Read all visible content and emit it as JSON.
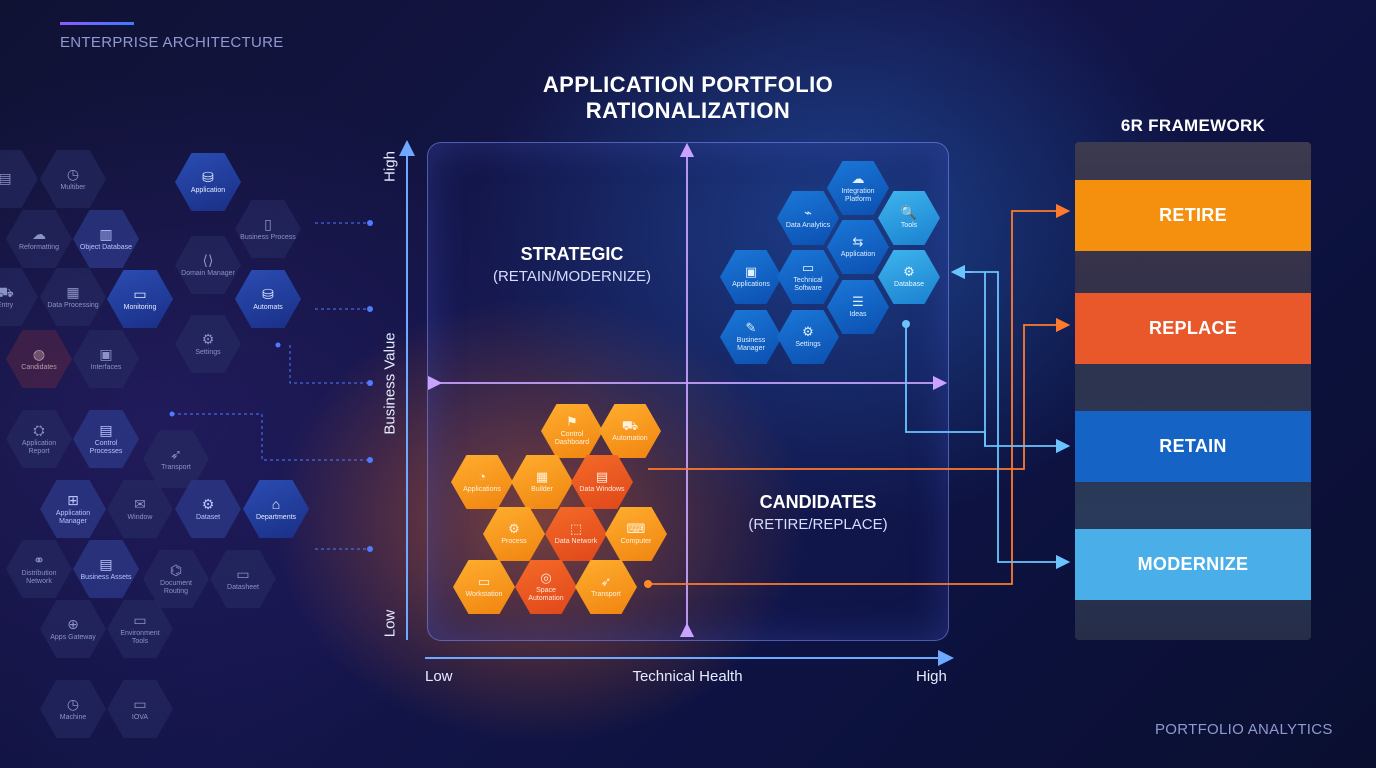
{
  "header": {
    "eyebrow": "ENTERPRISE ARCHITECTURE",
    "footer": "PORTFOLIO ANALYTICS"
  },
  "title": {
    "line1": "APPLICATION PORTFOLIO",
    "line2": "RATIONALIZATION"
  },
  "matrix": {
    "y_axis": {
      "label": "Business Value",
      "high": "High",
      "low": "Low"
    },
    "x_axis": {
      "label": "Technical Health",
      "low": "Low",
      "high": "High"
    },
    "quadrants": {
      "strategic": {
        "title": "STRATEGIC",
        "subtitle": "(RETAIN/MODERNIZE)"
      },
      "candidates": {
        "title": "CANDIDATES",
        "subtitle": "(RETIRE/REPLACE)"
      }
    },
    "blue_cluster": [
      {
        "icon": "☁",
        "label": "Integration Platform"
      },
      {
        "icon": "⌁",
        "label": "Data Analytics"
      },
      {
        "icon": "🔍",
        "label": "Tools"
      },
      {
        "icon": "⇆",
        "label": "Application"
      },
      {
        "icon": "▣",
        "label": "Applications"
      },
      {
        "icon": "▭",
        "label": "Technical Software"
      },
      {
        "icon": "⚙",
        "label": "Database"
      },
      {
        "icon": "✎",
        "label": "Business Manager"
      },
      {
        "icon": "☰",
        "label": "Ideas"
      },
      {
        "icon": "⚙",
        "label": "Settings"
      }
    ],
    "orange_cluster": [
      {
        "icon": "⚑",
        "label": "Control Dashboard"
      },
      {
        "icon": "⛟",
        "label": "Automation"
      },
      {
        "icon": "◔",
        "label": "Applications"
      },
      {
        "icon": "▦",
        "label": "Builder"
      },
      {
        "icon": "▤",
        "label": "Data Windows"
      },
      {
        "icon": "⚙",
        "label": "Process"
      },
      {
        "icon": "⬚",
        "label": "Data Network"
      },
      {
        "icon": "⌨",
        "label": "Computer"
      },
      {
        "icon": "▭",
        "label": "Workstation"
      },
      {
        "icon": "◎",
        "label": "Space Automation"
      },
      {
        "icon": "➶",
        "label": "Transport"
      }
    ]
  },
  "framework": {
    "title": "6R FRAMEWORK",
    "items": [
      {
        "label": "RETIRE",
        "color": "#f5900f"
      },
      {
        "label": "REPLACE",
        "color": "#e8582a"
      },
      {
        "label": "RETAIN",
        "color": "#1563c4"
      },
      {
        "label": "MODERNIZE",
        "color": "#4aaee8"
      }
    ]
  },
  "network": [
    {
      "icon": "▤",
      "label": ""
    },
    {
      "icon": "◷",
      "label": "Multiber"
    },
    {
      "icon": "⛁",
      "label": "Application"
    },
    {
      "icon": "▯",
      "label": "Business Process"
    },
    {
      "icon": "☁",
      "label": "Reformatting"
    },
    {
      "icon": "▥",
      "label": "Object Database"
    },
    {
      "icon": "⟨⟩",
      "label": "Domain Manager"
    },
    {
      "icon": "⛁",
      "label": "Automats"
    },
    {
      "icon": "⛟",
      "label": "Entry"
    },
    {
      "icon": "▦",
      "label": "Data Processing"
    },
    {
      "icon": "▭",
      "label": "Monitoring"
    },
    {
      "icon": "⚙",
      "label": "Settings"
    },
    {
      "icon": "◍",
      "label": "Candidates"
    },
    {
      "icon": "▣",
      "label": "Interfaces"
    },
    {
      "icon": "⛭",
      "label": "Application Report"
    },
    {
      "icon": "▤",
      "label": "Control Processes"
    },
    {
      "icon": "➶",
      "label": "Transport"
    },
    {
      "icon": "⊞",
      "label": "Application Manager"
    },
    {
      "icon": "✉",
      "label": "Window"
    },
    {
      "icon": "⚙",
      "label": "Dataset"
    },
    {
      "icon": "⌂",
      "label": "Departments"
    },
    {
      "icon": "⚭",
      "label": "Distribution Network"
    },
    {
      "icon": "▤",
      "label": "Business Assets"
    },
    {
      "icon": "⌬",
      "label": "Document Routing"
    },
    {
      "icon": "▭",
      "label": "Datasheet"
    },
    {
      "icon": "⊕",
      "label": "Apps Gateway"
    },
    {
      "icon": "▭",
      "label": "Environment Tools"
    },
    {
      "icon": "◷",
      "label": "Machine"
    },
    {
      "icon": "▭",
      "label": "IOVA"
    }
  ]
}
